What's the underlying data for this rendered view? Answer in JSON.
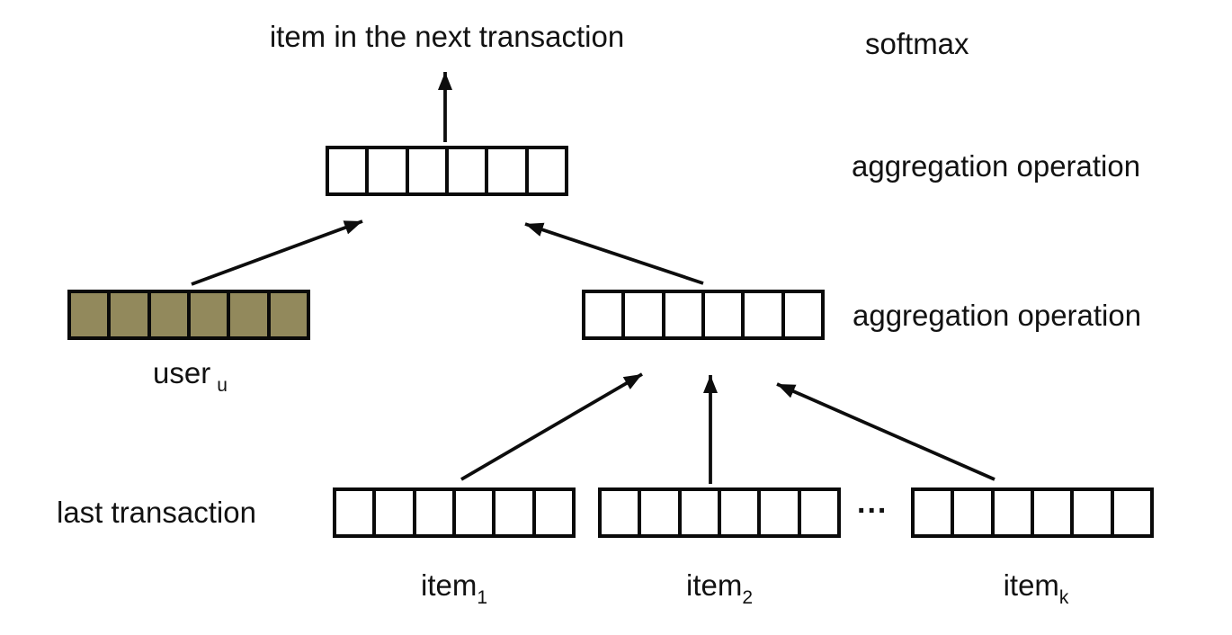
{
  "diagram": {
    "title": "item in the next transaction",
    "labels": {
      "softmax": "softmax",
      "aggregation_top": "aggregation operation",
      "aggregation_mid": "aggregation operation",
      "last_transaction": "last transaction",
      "ellipsis": "..."
    },
    "user_label": {
      "base": "user",
      "subscript": "u"
    },
    "item_labels": [
      {
        "base": "item",
        "subscript": "1"
      },
      {
        "base": "item",
        "subscript": "2"
      },
      {
        "base": "item",
        "subscript": "k"
      }
    ],
    "vectors": {
      "output": {
        "cells": 6,
        "filled": false
      },
      "user": {
        "cells": 6,
        "filled": true
      },
      "transaction_agg": {
        "cells": 6,
        "filled": false
      },
      "item1": {
        "cells": 6,
        "filled": false
      },
      "item2": {
        "cells": 6,
        "filled": false
      },
      "itemk": {
        "cells": 6,
        "filled": false
      }
    },
    "colors": {
      "user_vector_fill": "#92895C",
      "line": "#0d0d0d",
      "text": "#121212",
      "background": "#ffffff"
    }
  }
}
